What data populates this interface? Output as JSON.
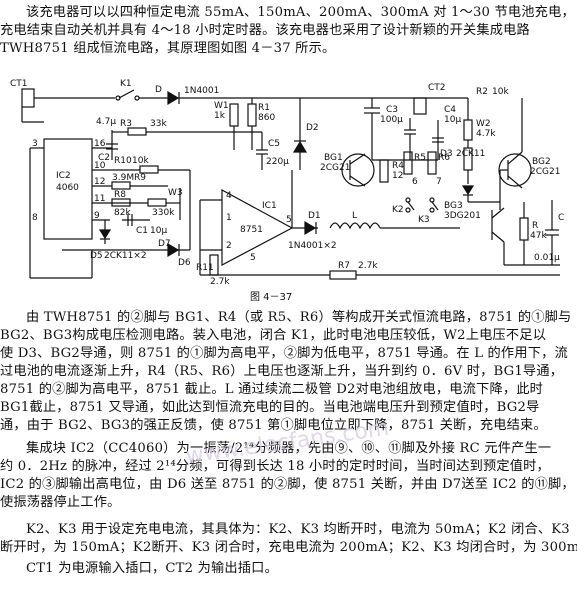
{
  "intro": [
    "该充电器可以以四种恒定电流 55mA、150mA、200mA、300mA 对 1～30 节电池充电，",
    "充电结束自动关机并具有 4～18 小时定时器。该充电器也采用了设计新颖的开关集成电路",
    "TWH8751 组成恒流电路，其原理图如图 4－37 所示。"
  ],
  "figure": {
    "caption": "图 4－37",
    "labels": {
      "ct1": "CT1",
      "k1": "K1",
      "d": "D",
      "d_part": "1N4001",
      "ct2": "CT2",
      "r1": "R1",
      "r1v": "860",
      "w1": "W1",
      "w1v": "1k",
      "c3": "C3",
      "c3v": "100μ",
      "c4": "C4",
      "c4v": "10μ",
      "r2": "R2",
      "r2v": "10k",
      "w2": "W2",
      "w2v": "4.7k",
      "d3": "D3",
      "d3_part": "2CK11",
      "bg2": "BG2",
      "bg2_part": "2CG21",
      "c2": "C2",
      "c2v": "4.7μ",
      "r3": "R3",
      "r3v": "33k",
      "r10": "R10",
      "r10v": "10k",
      "r9": "R9",
      "r9v": "3.9M",
      "r8": "R8",
      "r8v": "82k",
      "w3": "W3",
      "w3v": "330k",
      "c1": "C1",
      "c1v": "10μ",
      "d5": "D5",
      "d5_part": "2CK11×2",
      "d6": "D6",
      "d7": "D7",
      "ic2": "IC2",
      "ic2_part": "4060",
      "c5": "C5",
      "c5v": "220μ",
      "d2": "D2",
      "bg1": "BG1",
      "bg1_part": "2CG21",
      "r4": "R4",
      "r4v": "12",
      "r5": "R5",
      "r6": "R6",
      "k2": "K2",
      "k3": "K3",
      "bg3": "BG3",
      "bg3_part": "3DG201",
      "l": "L",
      "ic1": "IC1",
      "ic1_part": "8751",
      "d1": "D1",
      "d1_part": "1N4001×2",
      "r11": "R11",
      "r11v": "2.7k",
      "r7": "R7",
      "r7v": "2.7k",
      "r": "R",
      "rv": "47k",
      "c": "C",
      "cv": "0.01μ",
      "pins": [
        "1",
        "2",
        "3",
        "4",
        "5",
        "6",
        "7",
        "8",
        "9",
        "10",
        "11",
        "12",
        "16"
      ]
    }
  },
  "body": [
    "由 TWH8751 的②脚与 BG1、R4（或 R5、R6）等构成开关式恒流电路，8751 的①脚与",
    "BG2、BG3构成电压检测电路。装入电池，闭合 K1，此时电池电压较低，W2上电压不足以",
    "使 D3、BG2导通，则 8751 的①脚为高电平，②脚为低电平，8751 导通。在 L 的作用下，流",
    "过电池的电流逐渐上升，R4（R5、R6）上电压也逐渐上升，当升到约 0．6V 时，BG1导通，",
    "8751 的②脚为高电平，8751 截止。L 通过续流二极管 D2对电池组放电，电流下降，此时",
    "BG1截止，8751 又导通，如此达到恒流充电的目的。当电池端电压升到预定值时，BG2导",
    "通，由于 BG2、BG3的强正反馈，使 8751 第①脚电位立即下降，8751 关断，充电结束。",
    "集成块 IC2（CC4060）为一振荡/2¹⁴分频器，先由⑨、⑩、⑪脚及外接 RC 元件产生一",
    "约 0．2Hz 的脉冲，经过 2¹⁴分频，可得到长达 18 小时的定时时间，当时间达到预定值时，",
    "IC2 的③脚输出高电位，由 D6 送至 8751 的②脚，使 8751 关断，并由 D7送至 IC2 的⑪脚，",
    "使振荡器停止工作。",
    "K2、K3 用于设定充电电流，其具体为：K2、K3 均断开时，电流为 50mA；K2 闭合、K3",
    "断开时，为 150mA；K2断开、K3 闭合时，充电电流为 200mA；K2、K3 均闭合时，为 300mA。",
    "CT1 为电源输入插口，CT2 为输出插口。"
  ],
  "watermark": "www.elecfans.com"
}
